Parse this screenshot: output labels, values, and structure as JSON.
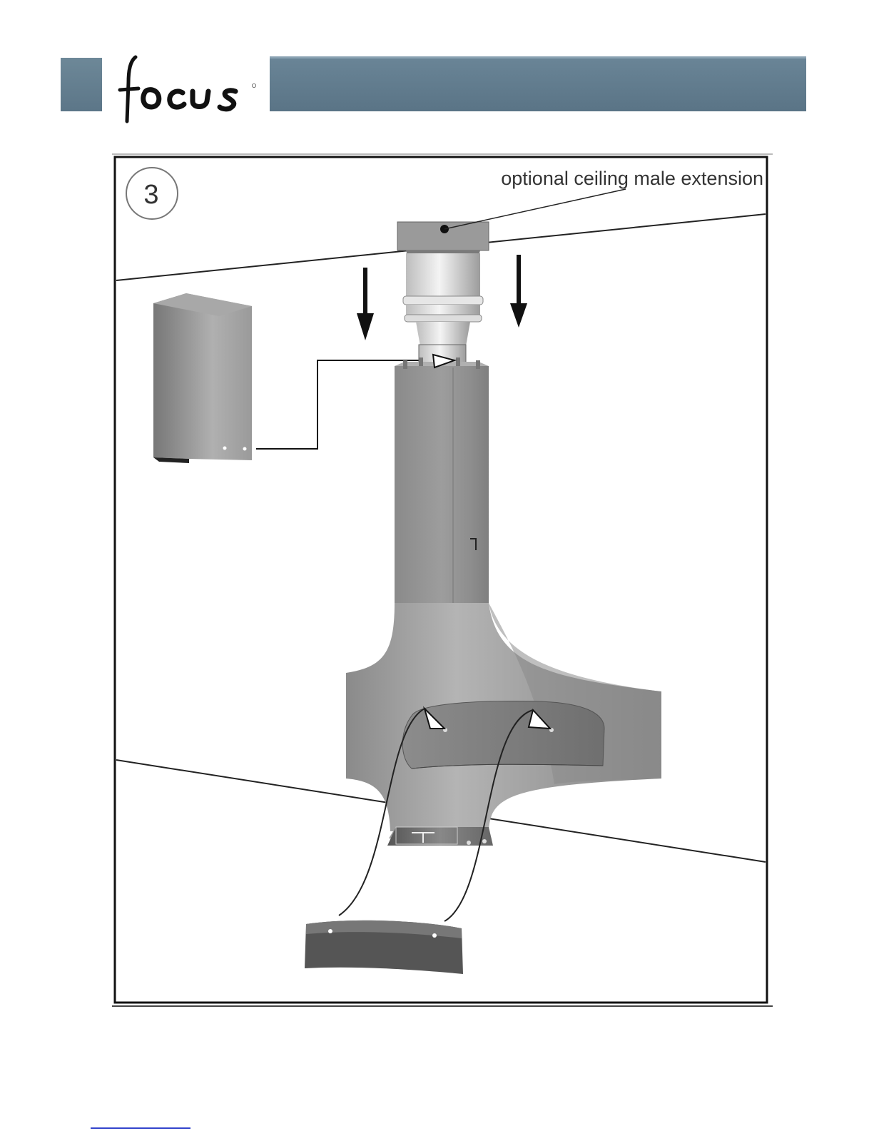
{
  "header": {
    "brand_name": "focus",
    "registered_mark": "®",
    "accent_color": "#5f7c8f",
    "square_color": "#6a8494"
  },
  "figure": {
    "step_number": "3",
    "callout_label": "optional ceiling male extension"
  },
  "colors": {
    "metal_dark": "#7a7a7a",
    "metal_mid": "#9a9a9a",
    "metal_light": "#cfcfcf",
    "line": "#1a1a1a",
    "link_underline": "#3344cc"
  },
  "icons": {
    "step_badge": "circle-outline",
    "arrows": "down-arrow",
    "pointer_arrows": "white-triangle-arrow"
  }
}
